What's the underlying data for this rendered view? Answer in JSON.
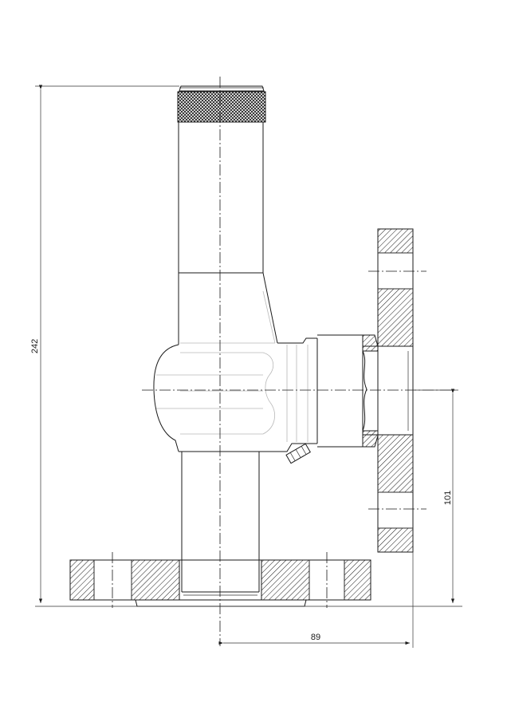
{
  "dimensions": {
    "overall_height": "242",
    "port_height": "101",
    "port_offset": "89"
  }
}
